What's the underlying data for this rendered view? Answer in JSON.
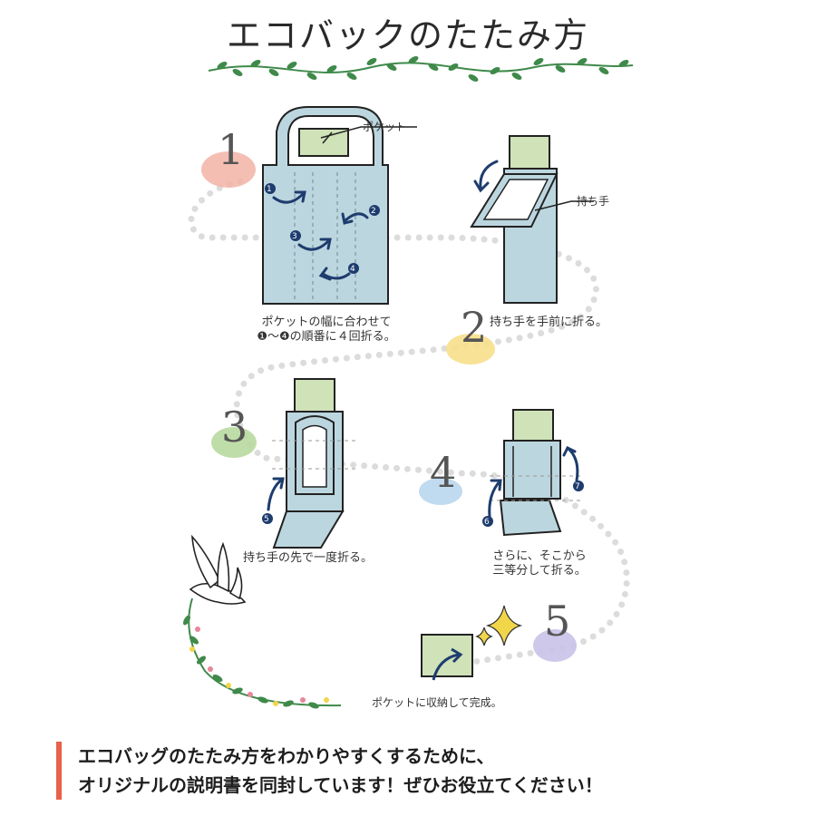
{
  "title": "エコバックのたたみ方",
  "colors": {
    "bag_fill": "#bcd6df",
    "pocket_fill": "#cfe2b8",
    "arrow": "#1e3c6e",
    "vine": "#3f8a4a",
    "dots": "#d9d9d9",
    "blob1": "#f2b3a6",
    "blob2": "#f7df8a",
    "blob3": "#b8d9a0",
    "blob4": "#b9d7ee",
    "blob5": "#c9c3e8",
    "accent_bar": "#e8614a",
    "sparkle": "#f2d64a"
  },
  "steps": [
    {
      "number": "1",
      "lines": [
        "ポケットの幅に合わせて",
        "❶〜❹の順番に４回折る。"
      ],
      "callout": "ポケット",
      "markers": [
        "1",
        "2",
        "3",
        "4"
      ]
    },
    {
      "number": "2",
      "lines": [
        "持ち手を手前に折る。"
      ],
      "callout": "持ち手"
    },
    {
      "number": "3",
      "lines": [
        "持ち手の先で一度折る。"
      ],
      "markers": [
        "5"
      ]
    },
    {
      "number": "4",
      "lines": [
        "さらに、そこから",
        "三等分して折る。"
      ],
      "markers": [
        "6",
        "7"
      ]
    },
    {
      "number": "5",
      "lines": [
        "ポケットに収納して完成。"
      ]
    }
  ],
  "footer": [
    "エコバッグのたたみ方をわかりやすくするために、",
    "オリジナルの説明書を同封しています！ぜひお役立てください！"
  ]
}
